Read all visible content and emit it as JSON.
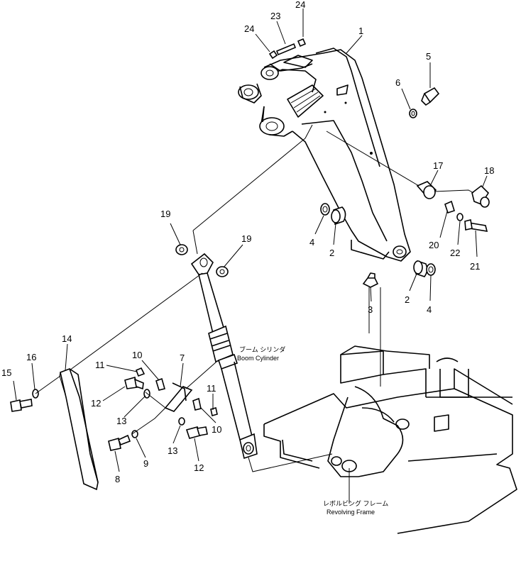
{
  "callouts": [
    {
      "id": "c1",
      "text": "1"
    },
    {
      "id": "c2a",
      "text": "2"
    },
    {
      "id": "c2b",
      "text": "2"
    },
    {
      "id": "c3",
      "text": "3"
    },
    {
      "id": "c4a",
      "text": "4"
    },
    {
      "id": "c4b",
      "text": "4"
    },
    {
      "id": "c5",
      "text": "5"
    },
    {
      "id": "c6",
      "text": "6"
    },
    {
      "id": "c7",
      "text": "7"
    },
    {
      "id": "c8",
      "text": "8"
    },
    {
      "id": "c9",
      "text": "9"
    },
    {
      "id": "c10a",
      "text": "10"
    },
    {
      "id": "c10b",
      "text": "10"
    },
    {
      "id": "c11a",
      "text": "11"
    },
    {
      "id": "c11b",
      "text": "11"
    },
    {
      "id": "c12a",
      "text": "12"
    },
    {
      "id": "c12b",
      "text": "12"
    },
    {
      "id": "c13a",
      "text": "13"
    },
    {
      "id": "c13b",
      "text": "13"
    },
    {
      "id": "c14",
      "text": "14"
    },
    {
      "id": "c15",
      "text": "15"
    },
    {
      "id": "c16",
      "text": "16"
    },
    {
      "id": "c17",
      "text": "17"
    },
    {
      "id": "c18",
      "text": "18"
    },
    {
      "id": "c19a",
      "text": "19"
    },
    {
      "id": "c19b",
      "text": "19"
    },
    {
      "id": "c20",
      "text": "20"
    },
    {
      "id": "c21",
      "text": "21"
    },
    {
      "id": "c22",
      "text": "22"
    },
    {
      "id": "c23",
      "text": "23"
    },
    {
      "id": "c24a",
      "text": "24"
    },
    {
      "id": "c24b",
      "text": "24"
    }
  ],
  "labels": {
    "boom_cylinder_jp": "ブーム シリンダ",
    "boom_cylinder_en": "Boom Cylinder",
    "revolving_frame_jp": "レボルビング フレーム",
    "revolving_frame_en": "Revolving Frame"
  }
}
